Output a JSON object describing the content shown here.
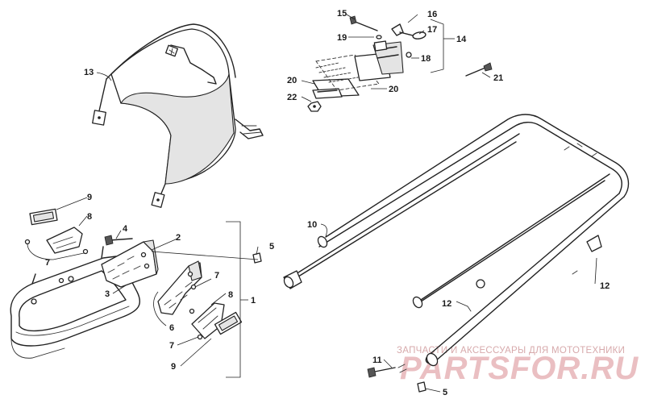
{
  "diagram": {
    "callouts": {
      "c1": "1",
      "c2": "2",
      "c3": "3",
      "c4": "4",
      "c5a": "5",
      "c5b": "5",
      "c6": "6",
      "c7a": "7",
      "c7b": "7",
      "c7c": "7",
      "c8a": "8",
      "c8b": "8",
      "c9a": "9",
      "c9b": "9",
      "c10": "10",
      "c11": "11",
      "c12a": "12",
      "c12b": "12",
      "c13": "13",
      "c14": "14",
      "c15": "15",
      "c16": "16",
      "c17": "17",
      "c18": "18",
      "c19": "19",
      "c20a": "20",
      "c20b": "20",
      "c21": "21",
      "c22": "22"
    }
  },
  "watermark": {
    "caption": "ЗАПЧАСТИ И АКСЕССУАРЫ ДЛЯ МОТОТЕХНИКИ",
    "logo": "PARTSFOR.RU"
  }
}
